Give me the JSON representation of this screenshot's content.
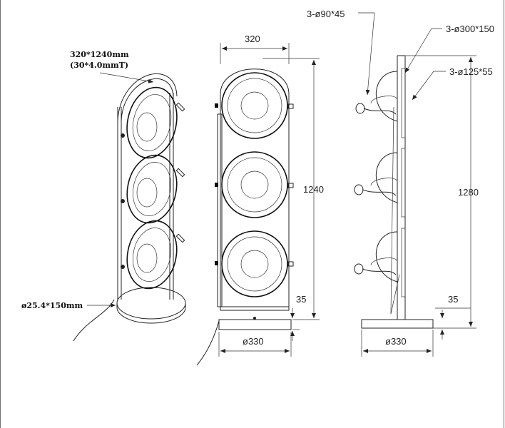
{
  "labels": {
    "spec_size": "320*1240mm",
    "spec_tube": "(30*4.0mmT)",
    "spec_pole": "ø25.4*150mm",
    "front_width": "320",
    "front_height": "1240",
    "front_base_thick": "35",
    "front_base_dia": "ø330",
    "side_small_lamp": "3-ø90*45",
    "side_large_lamp": "3-ø300*150",
    "side_mid_lamp": "3-ø125*55",
    "side_height": "1280",
    "side_base_thick": "35",
    "side_base_dia": "ø330"
  }
}
